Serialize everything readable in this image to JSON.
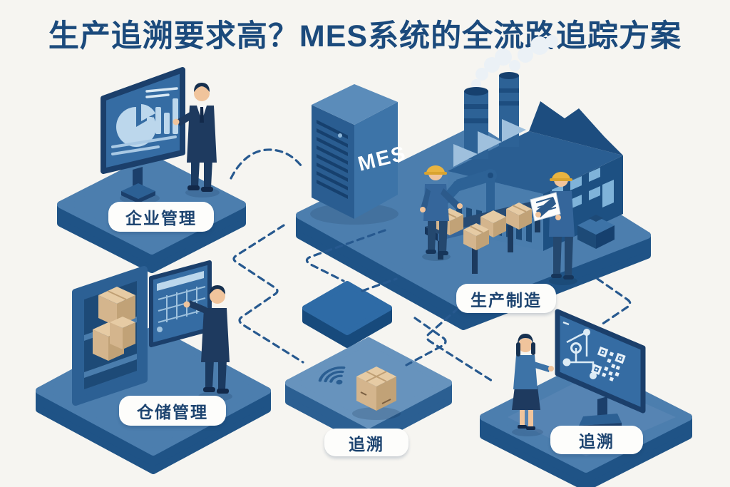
{
  "title": "生产追溯要求高？MES系统的全流路追踪方案",
  "scenes": {
    "enterprise": {
      "label": "企业管理"
    },
    "production": {
      "label": "生产制造",
      "server_label": "MES"
    },
    "warehouse": {
      "label": "仓储管理"
    },
    "tracing_center": {
      "label": "追溯"
    },
    "tracing_right": {
      "label": "追溯"
    }
  },
  "icons": [
    {
      "name": "server-icon"
    },
    {
      "name": "factory-icon"
    },
    {
      "name": "robot-arm-icon"
    },
    {
      "name": "conveyor-icon"
    },
    {
      "name": "pie-chart-icon"
    },
    {
      "name": "bar-chart-icon"
    },
    {
      "name": "table-grid-icon"
    },
    {
      "name": "shelf-icon"
    },
    {
      "name": "box-icon"
    },
    {
      "name": "wifi-icon"
    },
    {
      "name": "qr-code-icon"
    },
    {
      "name": "flowchart-icon"
    },
    {
      "name": "document-icon"
    }
  ],
  "colors": {
    "background": "#f6f5f1",
    "title_text": "#1b4a7c",
    "platform_top": "#4c7eae",
    "platform_side": "#1f5386",
    "screen_blue": "#356ca3",
    "screen_content_light": "#bcd7ec",
    "box_tan": "#d4b58d",
    "helmet_yellow": "#e9b440",
    "suit_navy": "#1e3a5f",
    "connector_dashed": "#27598f",
    "label_pill_bg": "#fdfdfb",
    "label_pill_text": "#1d4470"
  }
}
